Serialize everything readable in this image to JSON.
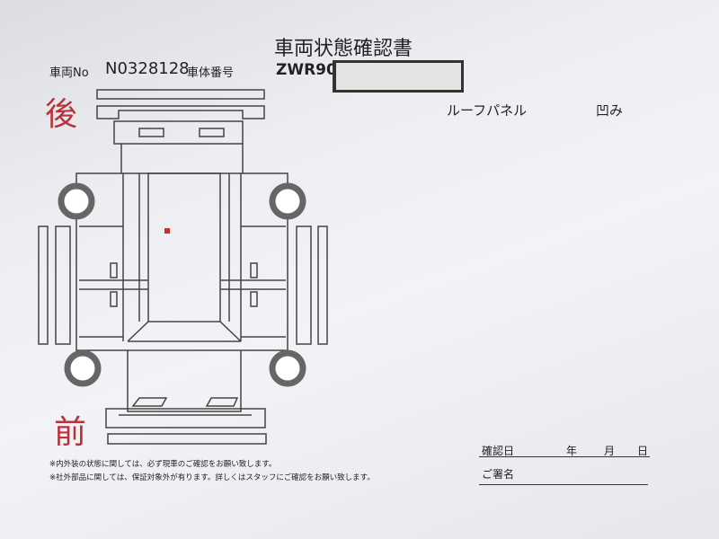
{
  "document": {
    "title": "車両状態確認書",
    "vehicle_no_label": "車両No",
    "vehicle_no": "N0328128",
    "chassis_label": "車体番号",
    "chassis_prefix": "ZWR90",
    "damage_part": "ルーフパネル",
    "damage_type": "凹み",
    "rear_label": "後",
    "front_label": "前",
    "notes": [
      "※内外装の状態に関しては、必ず現車のご確認をお願い致します。",
      "※社外部品に関しては、保証対象外が有ります。詳しくはスタッフにご確認をお願い致します。"
    ],
    "confirm_date_label": "確認日",
    "year_label": "年",
    "month_label": "月",
    "day_label": "日",
    "signature_label": "ご署名",
    "mark_color": "#c8302c"
  }
}
